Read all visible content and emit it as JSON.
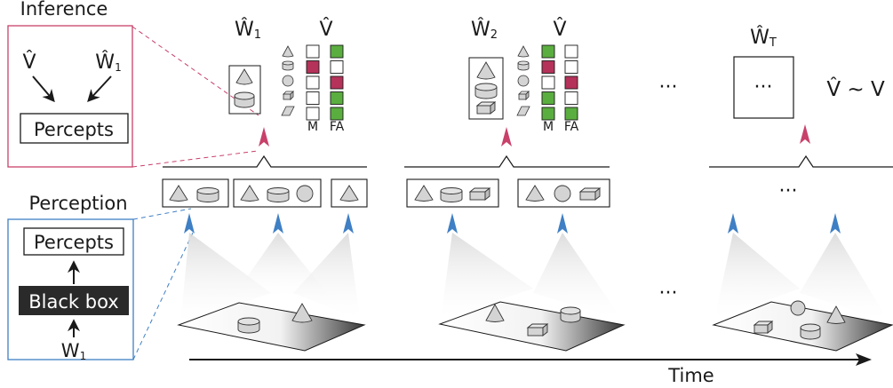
{
  "colors": {
    "inference_accent": "#c8416a",
    "perception_accent": "#3f7fc4",
    "miss_fill": "#b5325a",
    "fa_fill": "#5aae3f",
    "ink": "#1a1a1a",
    "shape_fill": "#d4d4d4"
  },
  "inference_panel": {
    "title": "Inference",
    "v_hat": "V̂",
    "w1_hat": "Ŵ",
    "w1_sub": "1",
    "percepts": "Percepts"
  },
  "perception_panel": {
    "title": "Perception",
    "percepts": "Percepts",
    "black_box": "Black box",
    "w1": "W",
    "w1_sub": "1"
  },
  "frames": [
    {
      "w_hat": "Ŵ",
      "w_sub": "1",
      "v_hat": "V̂",
      "m_label": "M",
      "fa_label": "FA",
      "m_column": [
        "empty",
        "miss",
        "empty",
        "empty",
        "empty"
      ],
      "fa_column": [
        "fa",
        "empty",
        "miss",
        "fa",
        "fa"
      ]
    },
    {
      "w_hat": "Ŵ",
      "w_sub": "2",
      "v_hat": "V̂",
      "m_label": "M",
      "fa_label": "FA",
      "m_column": [
        "fa",
        "miss",
        "empty",
        "fa",
        "fa"
      ],
      "fa_column": [
        "empty",
        "empty",
        "miss",
        "empty",
        "fa"
      ]
    },
    {
      "w_hat": "Ŵ",
      "w_sub": "T",
      "ellipsis": "···",
      "approx": "V̂ ∼ V"
    }
  ],
  "ellipses": {
    "top": "···",
    "middle": "···",
    "bottom": "···"
  },
  "time_label": "Time",
  "legend_icons": [
    "cone-icon",
    "cylinder-icon",
    "sphere-icon",
    "cube-icon",
    "wedge-icon"
  ]
}
